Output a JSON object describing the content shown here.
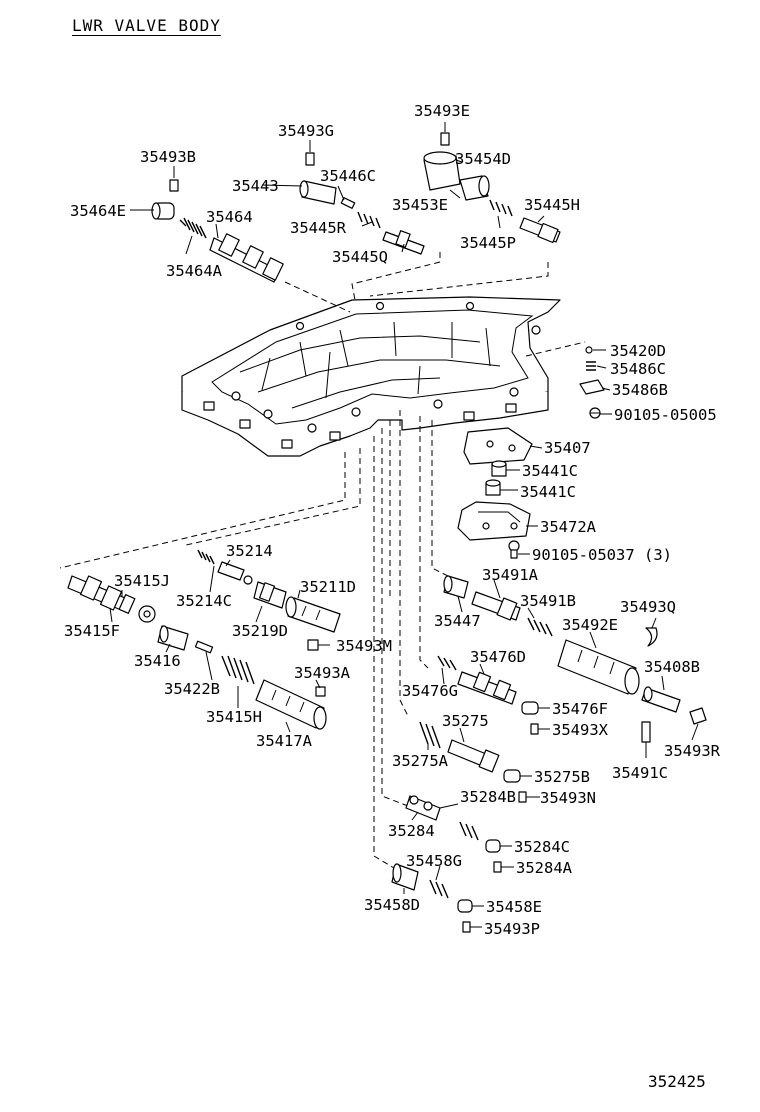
{
  "title": "LWR VALVE BODY",
  "figure_number": "352425",
  "labels": {
    "p35493E": "35493E",
    "p35493G": "35493G",
    "p35454D": "35454D",
    "p35493B": "35493B",
    "p35443": "35443",
    "p35446C": "35446C",
    "p35453E": "35453E",
    "p35445H": "35445H",
    "p35464E": "35464E",
    "p35464": "35464",
    "p35445R": "35445R",
    "p35445P": "35445P",
    "p35464A": "35464A",
    "p35445Q": "35445Q",
    "p35420D": "35420D",
    "p35486C": "35486C",
    "p35486B": "35486B",
    "p90105_05005": "90105-05005",
    "p35407": "35407",
    "p35441C_a": "35441C",
    "p35441C_b": "35441C",
    "p35472A": "35472A",
    "p90105_05037": "90105-05037 (3)",
    "p35214": "35214",
    "p35415J": "35415J",
    "p35214C": "35214C",
    "p35211D": "35211D",
    "p35415F": "35415F",
    "p35219D": "35219D",
    "p35493M": "35493M",
    "p35416": "35416",
    "p35422B": "35422B",
    "p35493A": "35493A",
    "p35415H": "35415H",
    "p35417A": "35417A",
    "p35491A": "35491A",
    "p35447": "35447",
    "p35491B": "35491B",
    "p35493Q": "35493Q",
    "p35492E": "35492E",
    "p35476D": "35476D",
    "p35408B": "35408B",
    "p35476G": "35476G",
    "p35476F": "35476F",
    "p35493X": "35493X",
    "p35493R": "35493R",
    "p35275": "35275",
    "p35491C": "35491C",
    "p35275A": "35275A",
    "p35275B": "35275B",
    "p35284B": "35284B",
    "p35493N": "35493N",
    "p35284": "35284",
    "p35284C": "35284C",
    "p35458G": "35458G",
    "p35284A": "35284A",
    "p35458D": "35458D",
    "p35458E": "35458E",
    "p35493P": "35493P"
  }
}
